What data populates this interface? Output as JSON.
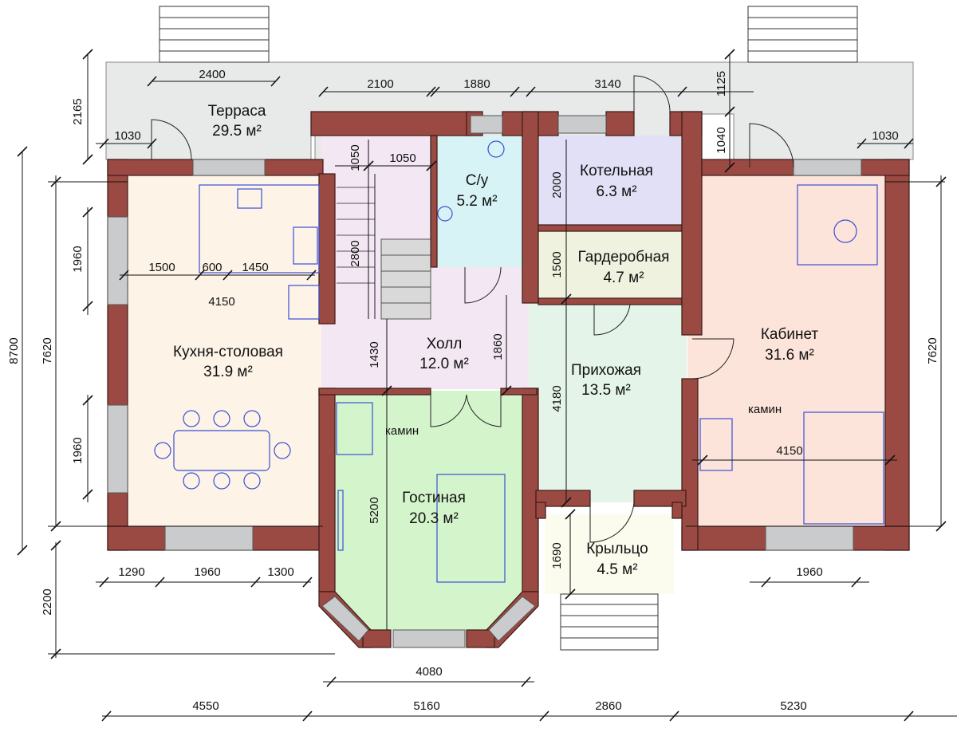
{
  "rooms": {
    "terrace": {
      "name": "Терраса",
      "area": "29.5 м²"
    },
    "bathroom": {
      "name": "С/у",
      "area": "5.2 м²"
    },
    "boiler": {
      "name": "Котельная",
      "area": "6.3 м²"
    },
    "wardrobe": {
      "name": "Гардеробная",
      "area": "4.7 м²"
    },
    "kitchen": {
      "name": "Кухня-столовая",
      "area": "31.9 м²"
    },
    "hall": {
      "name": "Холл",
      "area": "12.0 м²"
    },
    "entrance": {
      "name": "Прихожая",
      "area": "13.5 м²"
    },
    "office": {
      "name": "Кабинет",
      "area": "31.6 м²"
    },
    "living": {
      "name": "Гостиная",
      "area": "20.3 м²"
    },
    "porch": {
      "name": "Крыльцо",
      "area": "4.5 м²"
    }
  },
  "labels": {
    "fireplace": "камин"
  },
  "dims": {
    "terrace_width": "2400",
    "terrace_depth": "2165",
    "terrace_left": "1030",
    "top_2100": "2100",
    "top_1880": "1880",
    "top_3140": "3140",
    "right_1125": "1125",
    "right_1040": "1040",
    "right_1030": "1030",
    "stair_1050_v": "1050",
    "stair_1050_h": "1050",
    "stair_2800": "2800",
    "boiler_2000": "2000",
    "wardrobe_1500": "1500",
    "kitchen_1500": "1500",
    "kitchen_600": "600",
    "kitchen_1450": "1450",
    "kitchen_4150": "4150",
    "hall_1430": "1430",
    "hall_1860": "1860",
    "entrance_4180": "4180",
    "living_5200": "5200",
    "porch_1690": "1690",
    "office_4150": "4150",
    "left_8700": "8700",
    "left_7620": "7620",
    "left_1960_top": "1960",
    "left_1960_bottom": "1960",
    "left_2200": "2200",
    "right_7620": "7620",
    "bottom_1290": "1290",
    "bottom_1960": "1960",
    "bottom_1300": "1300",
    "bottom_4080": "4080",
    "bottom_1960_right": "1960",
    "total_4550": "4550",
    "total_5160": "5160",
    "total_2860": "2860",
    "total_5230": "5230"
  },
  "colors": {
    "terrace": "#e8e9e9",
    "kitchen": "#fdf3e6",
    "hall": "#f3e7f3",
    "bathroom": "#d7f3f6",
    "boiler": "#e2e0f6",
    "wardrobe": "#eff2df",
    "entrance": "#e5f4e8",
    "office": "#fde4da",
    "living": "#d4f5cc",
    "porch": "#fbfbee",
    "wall": "#9b4a43",
    "window": "#c9cbcc",
    "furniture": "#3a4fd6"
  }
}
